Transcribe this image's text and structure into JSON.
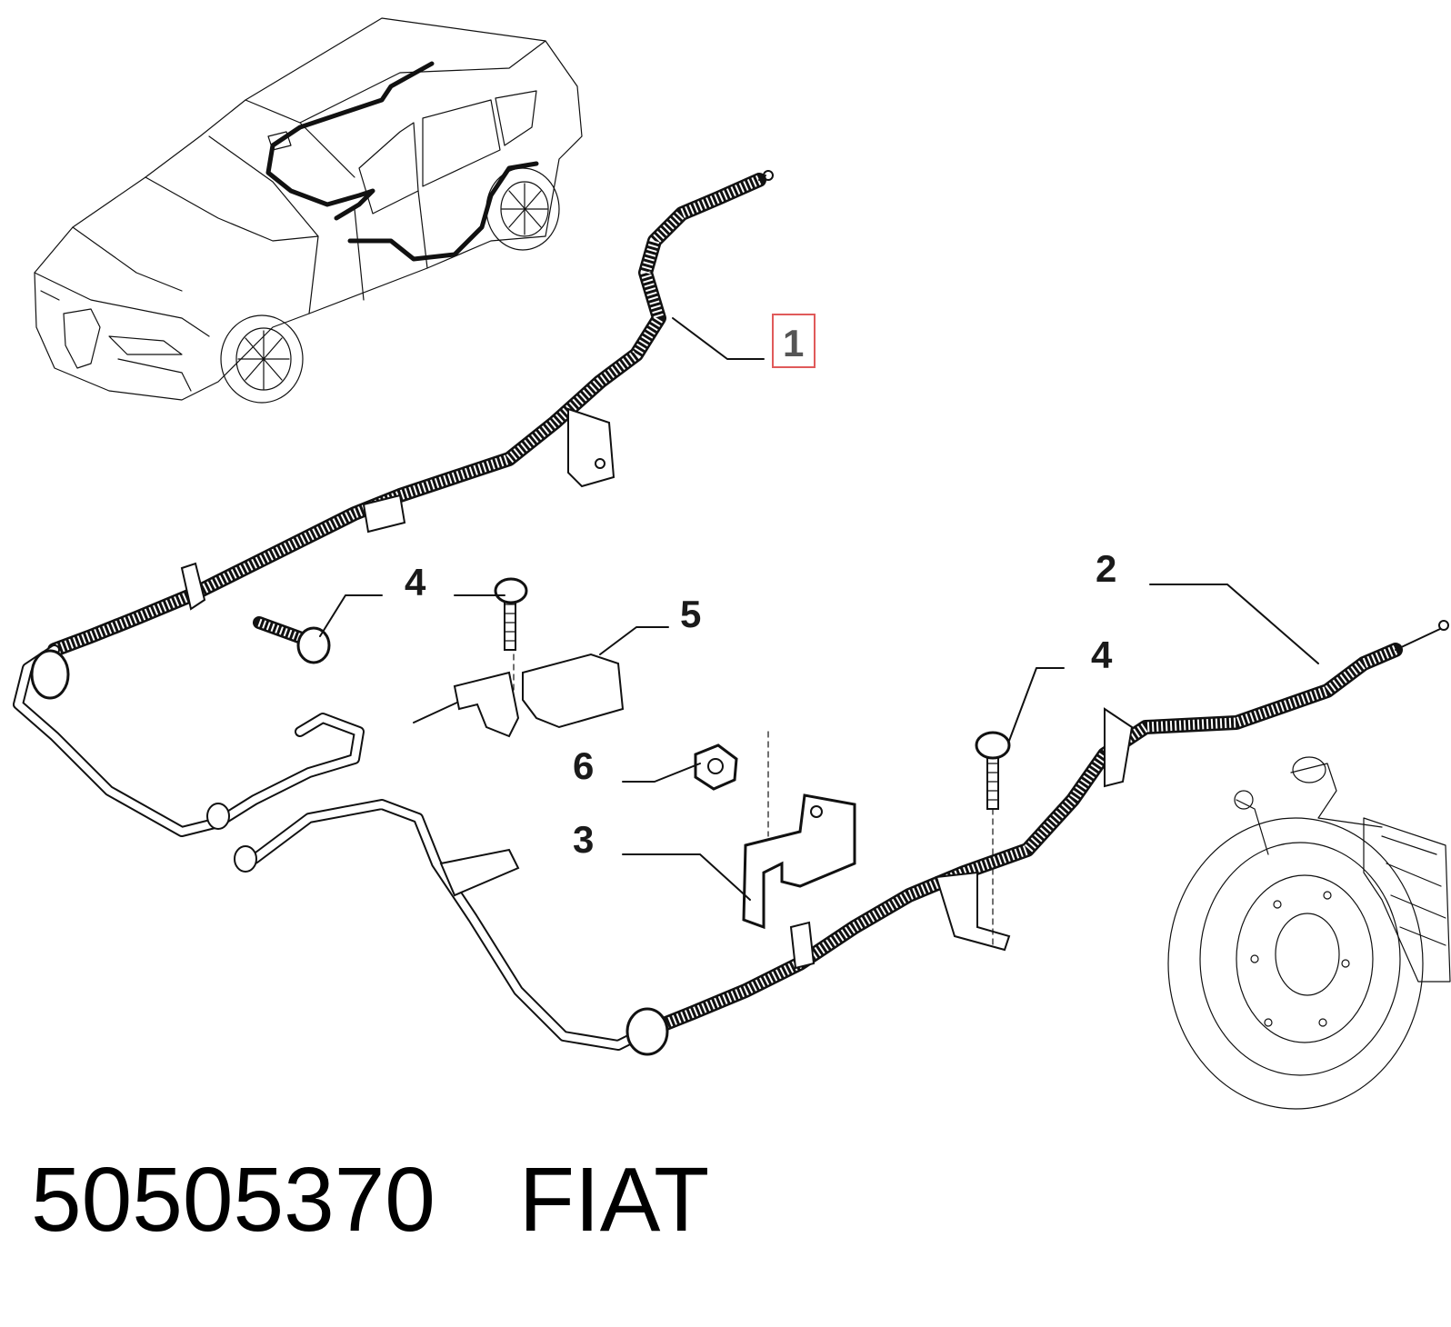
{
  "diagram": {
    "callouts": [
      {
        "id": "1",
        "label": "1",
        "highlighted": true
      },
      {
        "id": "2",
        "label": "2"
      },
      {
        "id": "4a",
        "label": "4"
      },
      {
        "id": "4b",
        "label": "4"
      },
      {
        "id": "5",
        "label": "5"
      },
      {
        "id": "6",
        "label": "6"
      },
      {
        "id": "3",
        "label": "3"
      }
    ],
    "highlight_color": "#e05a5a"
  },
  "footer": {
    "part_number": "50505370",
    "brand": "FIAT"
  }
}
